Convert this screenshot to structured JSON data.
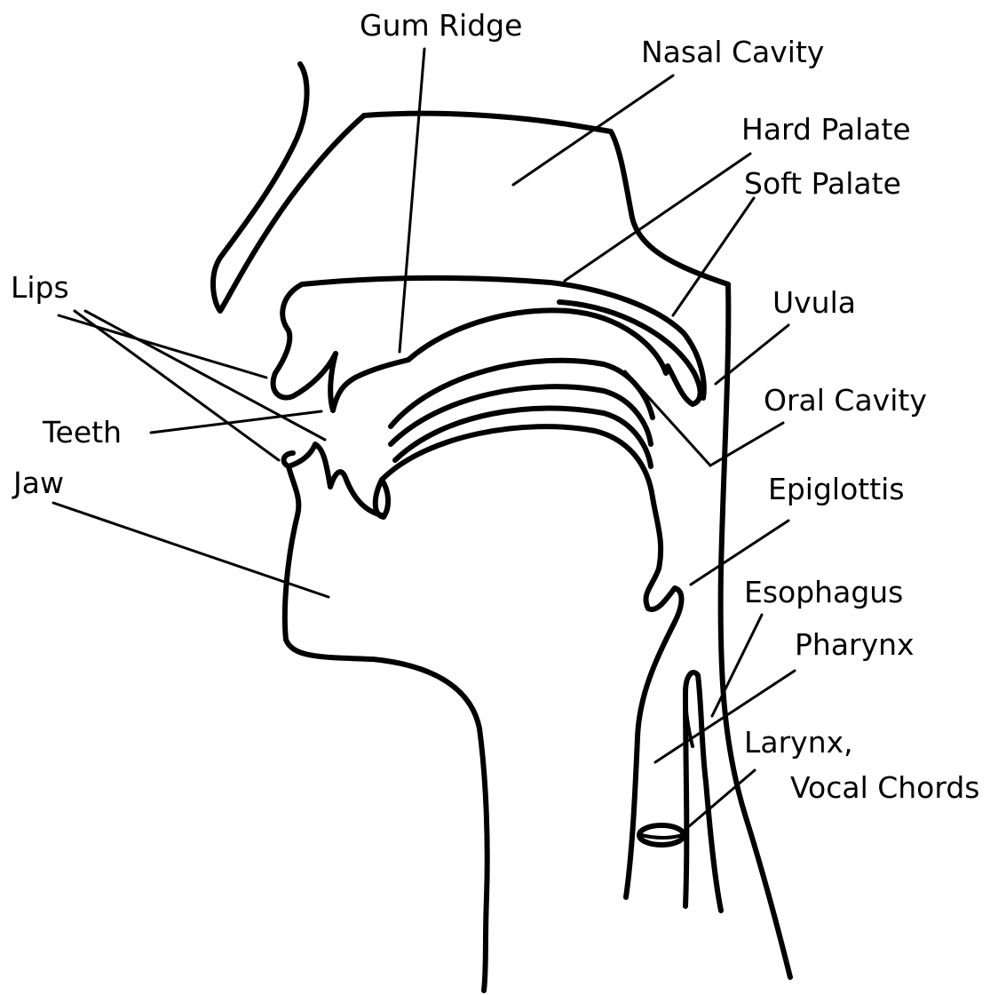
{
  "labels": {
    "gum_ridge": "Gum Ridge",
    "nasal_cavity": "Nasal Cavity",
    "hard_palate": "Hard Palate",
    "soft_palate": "Soft Palate",
    "lips": "Lips",
    "uvula": "Uvula",
    "oral_cavity": "Oral Cavity",
    "teeth": "Teeth",
    "jaw": "Jaw",
    "epiglottis": "Epiglottis",
    "esophagus": "Esophagus",
    "pharynx": "Pharynx",
    "larynx_line1": "Larynx,",
    "larynx_line2": "Vocal Chords"
  },
  "colors": {
    "stroke": "#000000",
    "background": "#ffffff"
  }
}
